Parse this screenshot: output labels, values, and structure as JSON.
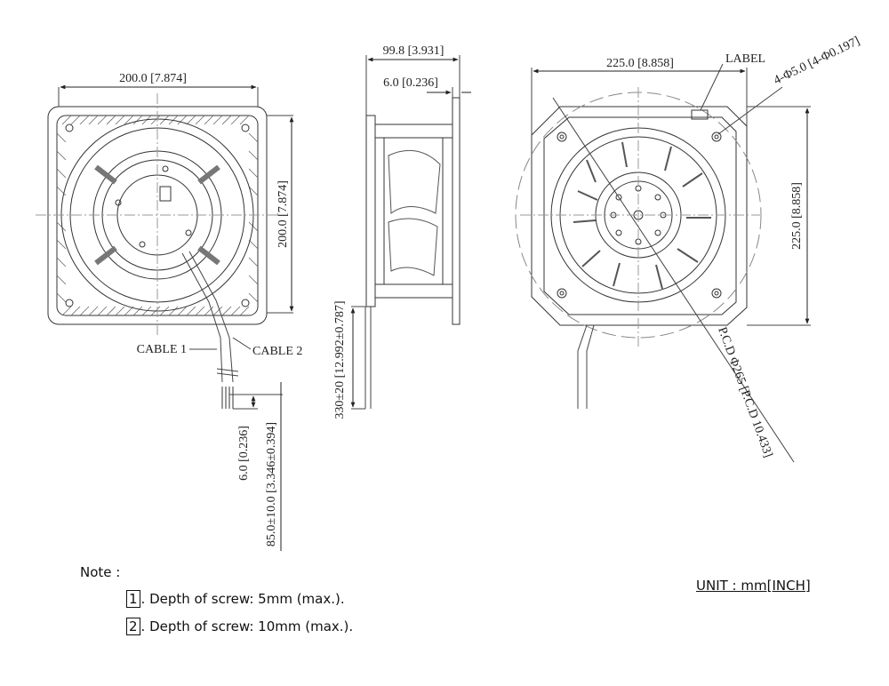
{
  "front_view": {
    "width_label": "200.0 [7.874]",
    "height_label": "200.0 [7.874]",
    "cable1_label": "CABLE 1",
    "cable2_label": "CABLE 2",
    "strip_label": "6.0 [0.236]",
    "lead_label": "85.0±10.0 [3.346±0.394]"
  },
  "side_view": {
    "depth_label": "99.8 [3.931]",
    "flange_label": "6.0 [0.236]",
    "cable_length_label": "330±20 [12.992±0.787]"
  },
  "rear_view": {
    "width_label": "225.0 [8.858]",
    "height_label": "225.0 [8.858]",
    "label_callout": "LABEL",
    "hole_label": "4-Φ5.0 [4-Φ0.197]",
    "pcd_label": "P.C.D Φ265 [P.C.D 10.433]"
  },
  "notes": {
    "heading": "Note :",
    "items": [
      {
        "num": "1",
        "text": ". Depth of screw: 5mm (max.)."
      },
      {
        "num": "2",
        "text": ". Depth of screw: 10mm (max.)."
      }
    ],
    "unit": "UNIT : mm[INCH]"
  }
}
